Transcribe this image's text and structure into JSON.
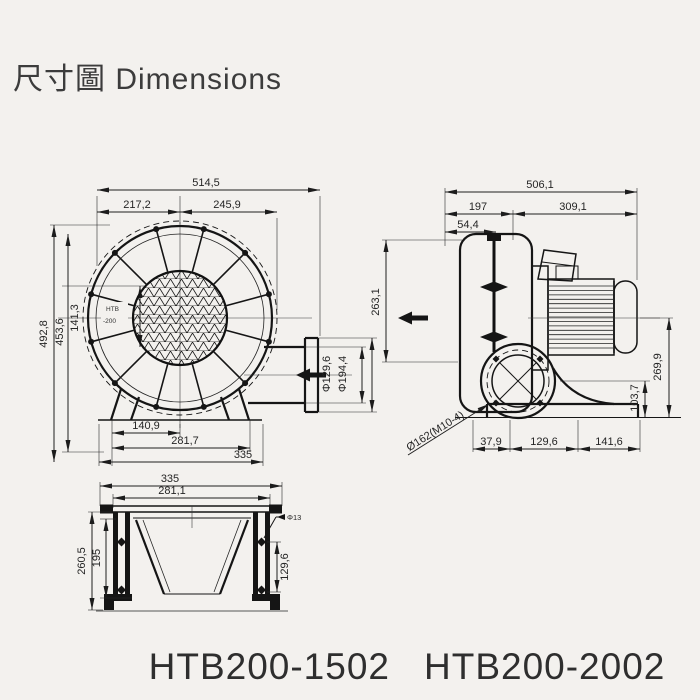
{
  "page": {
    "title": "尺寸圖 Dimensions",
    "model_left": "HTB200-1502",
    "model_right": "HTB200-2002"
  },
  "front_view": {
    "center_label_line1": "HTB",
    "center_label_line2": "-200",
    "dims": {
      "overall_width": "514,5",
      "width_left": "217,2",
      "width_right": "245,9",
      "overall_height": "492,8",
      "housing_height": "453,6",
      "outlet_offset": "141,3",
      "outlet_bore": "Φ129,6",
      "outlet_flange": "Φ194,4",
      "foot_hole_to_center": "140,9",
      "foot_hole_span": "281,7",
      "base_width": "335"
    }
  },
  "side_view": {
    "dims": {
      "overall_length": "506,1",
      "housing_length": "197",
      "motor_length": "309,1",
      "tie_rod_offset": "54,4",
      "housing_height": "263,1",
      "shaft_height": "269,9",
      "inlet_center_height": "103,7",
      "inlet_flange_note": "Ø162(M10-4)",
      "foot_offset": "37,9",
      "inlet_bolt_span": "129,6",
      "foot_length": "141,6"
    }
  },
  "bottom_view": {
    "dims": {
      "base_width": "335",
      "inner_width": "281,1",
      "base_depth": "260,5",
      "inner_depth": "195",
      "hole_span": "129,6",
      "hole_dia": "Φ13"
    }
  }
}
